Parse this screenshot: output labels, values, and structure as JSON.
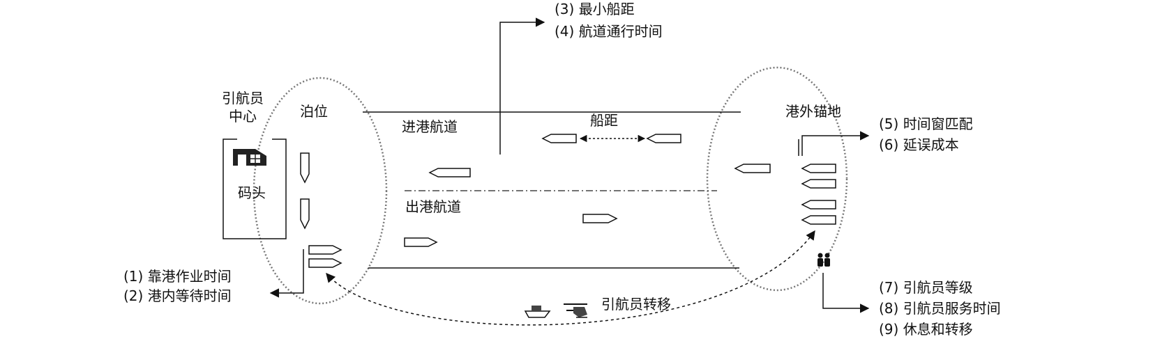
{
  "labels": {
    "pilot_center": [
      "引航员",
      "中心"
    ],
    "berth": "泊位",
    "wharf": "码头",
    "inbound_channel": "进港航道",
    "outbound_channel": "出港航道",
    "ship_spacing": "船距",
    "anchorage": "港外锚地",
    "pilot_transfer": "引航员转移"
  },
  "factors": {
    "berth_group": [
      "(1) 靠港作业时间",
      "(2) 港内等待时间"
    ],
    "channel_group": [
      "(3) 最小船距",
      "(4) 航道通行时间"
    ],
    "anchorage_group": [
      "(5) 时间窗匹配",
      "(6) 延误成本"
    ],
    "pilot_group": [
      "(7) 引航员等级",
      "(8) 引航员服务时间",
      "(9) 休息和转移"
    ]
  },
  "icons": {
    "pilot_station": "house-icon",
    "transfer_boat": "pilot-boat-icon",
    "transfer_helicopter": "helicopter-icon",
    "pilot_person": "pilot-person-icon",
    "ship": "ship-icon"
  },
  "colors": {
    "line": "#111111",
    "dotted_region": "#777777"
  }
}
